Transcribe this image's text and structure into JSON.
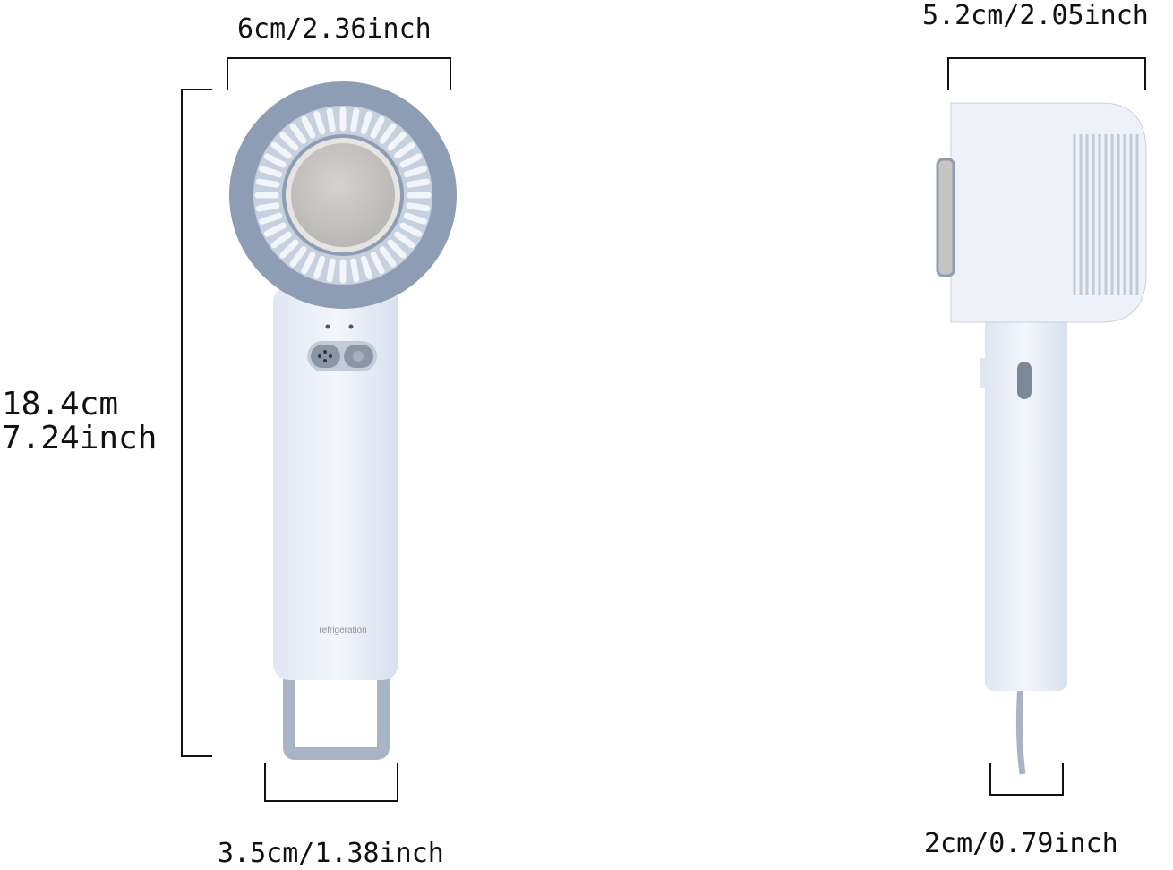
{
  "dimensions": {
    "front_width": "6cm/2.36inch",
    "front_height_cm": "18.4cm",
    "front_height_inch": "7.24inch",
    "front_handle_width": "3.5cm/1.38inch",
    "side_depth": "5.2cm/2.05inch",
    "side_cord_width": "2cm/0.79inch"
  },
  "product": {
    "body_label": "refrigeration",
    "colors": {
      "body": "#e8eef7",
      "grille": "#8d9db4",
      "plate": "#c7c5c2",
      "outline": "#111111"
    }
  }
}
